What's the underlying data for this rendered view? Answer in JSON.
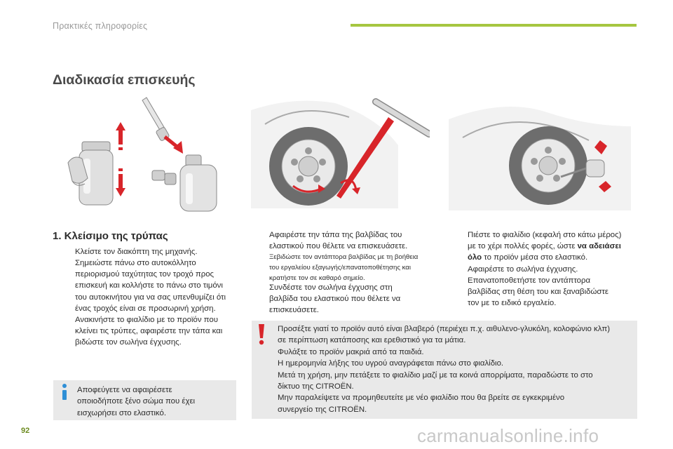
{
  "header": {
    "section": "Πρακτικές πληροφορίες"
  },
  "page_title": "Διαδικασία επισκευής",
  "section1": {
    "title": "1. Κλείσιμο της τρύπας",
    "items": [
      [
        "Κλείστε τον διακόπτη της μηχανής."
      ],
      [
        "Σημειώστε πάνω στο αυτοκόλλητο",
        "περιορισμού ταχύτητας τον τροχό προς",
        "επισκευή και κολλήστε το πάνω στο τιμόνι",
        "του αυτοκινήτου για να σας υπενθυμίζει ότι",
        "ένας τροχός είναι σε προσωρινή χρήση."
      ],
      [
        "Ανακινήστε το φιαλίδιο με το προϊόν που",
        "κλείνει τις τρύπες, αφαιρέστε την τάπα και",
        "βιδώστε τον σωλήνα έγχυσης."
      ]
    ]
  },
  "info_note": [
    "Αποφεύγετε να αφαιρέσετε",
    "οποιοδήποτε ξένο σώμα που έχει",
    "εισχωρήσει στο ελαστικό."
  ],
  "col2": {
    "items": [
      {
        "lines": [
          "Αφαιρέστε την τάπα της βαλβίδας του",
          "ελαστικού που θέλετε να επισκευάσετε."
        ],
        "small": false
      },
      {
        "lines": [
          "Ξεβιδώστε τον αντάπτορα βαλβίδας με τη βοήθεια",
          "του εργαλείου εξαγωγής/επανατοποθέτησης και",
          "κρατήστε τον σε καθαρό σημείο."
        ],
        "small": true
      },
      {
        "lines": [
          "Συνδέστε τον σωλήνα έγχυσης στη",
          "βαλβίδα του ελαστικού που θέλετε να",
          "επισκευάσετε."
        ],
        "small": false
      }
    ]
  },
  "col3": {
    "item1": {
      "line1": "Πιέστε το φιαλίδιο (κεφαλή στο κάτω μέρος)",
      "line2_pre": "με το χέρι πολλές φορές, ώστε ",
      "line2_bold": "να αδειάσει",
      "line3_bold": "όλο",
      "line3_post": " το προϊόν μέσα στο ελαστικό."
    },
    "item2": [
      "Αφαιρέστε το σωλήνα έγχυσης."
    ],
    "item3": [
      "Επανατοποθετήστε τον αντάπτορα",
      "βαλβίδας στη θέση του και ξαναβιδώστε",
      "τον με το ειδικό εργαλείο."
    ]
  },
  "warning": {
    "lines": [
      "Προσέξτε γιατί το προϊόν αυτό είναι βλαβερό (περιέχει π.χ. αιθυλενο-γλυκόλη, κολοφώνιο κλπ)",
      "σε περίπτωση κατάποσης και ερεθιστικό για τα μάτια.",
      "Φυλάξτε το προϊόν μακριά από τα παιδιά.",
      "Η ημερομηνία λήξης του υγρού αναγράφεται πάνω στο φιαλίδιο.",
      "Μετά τη χρήση, μην πετάξετε το φιαλίδιο μαζί με τα κοινά απορρίματα, παραδώστε το στο",
      "δίκτυο της CITROËN.",
      "Μην παραλείψετε να προμηθευτείτε με νέο φιαλίδιο που θα βρείτε σε εγκεκριμένο",
      "συνεργείο της CITROËN."
    ]
  },
  "bullet_mark": "",
  "page_number": "92",
  "watermark": "carmanualsonline.info",
  "colors": {
    "accent_green": "#a6c640",
    "arrow_red": "#d8252a",
    "box_gray": "#e9e9e9",
    "info_blue": "#2f8fd6"
  }
}
